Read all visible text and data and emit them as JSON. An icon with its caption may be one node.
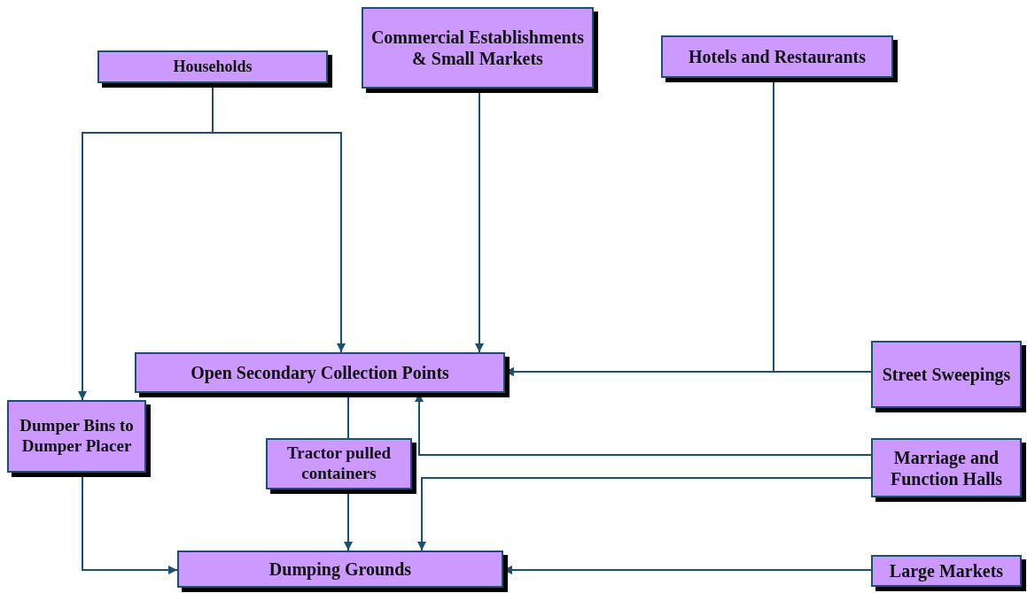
{
  "diagram": {
    "nodes": [
      {
        "text": [
          "Households"
        ]
      },
      {
        "text": [
          "Commercial Establishments & Small Markets"
        ]
      },
      {
        "text": [
          "Hotels and Restaurants"
        ]
      },
      {
        "text": [
          "Open Secondary Collection Points"
        ]
      },
      {
        "text": [
          "Street Sweepings"
        ]
      },
      {
        "text": [
          "Dumper Bins to Dumper Placer"
        ]
      },
      {
        "text": [
          "Tractor pulled containers"
        ]
      },
      {
        "text": [
          "Marriage and Function Halls"
        ]
      },
      {
        "text": [
          "Dumping Grounds"
        ]
      },
      {
        "text": [
          "Large Markets"
        ]
      }
    ],
    "edges": [
      {
        "from": 0,
        "to": 5,
        "arrow": "to"
      },
      {
        "from": 0,
        "to": 3,
        "arrow": "to"
      },
      {
        "from": 1,
        "to": 3,
        "arrow": "to"
      },
      {
        "from": 2,
        "to": 3,
        "arrow": "to"
      },
      {
        "from": 4,
        "to": 3,
        "arrow": "to"
      },
      {
        "from": 7,
        "to": 3,
        "arrow": "to"
      },
      {
        "from": 7,
        "to": 8,
        "arrow": "to"
      },
      {
        "from": 3,
        "to": 6,
        "arrow": "none"
      },
      {
        "from": 6,
        "to": 8,
        "arrow": "to"
      },
      {
        "from": 5,
        "to": 8,
        "arrow": "to"
      },
      {
        "from": 9,
        "to": 8,
        "arrow": "to"
      }
    ]
  }
}
